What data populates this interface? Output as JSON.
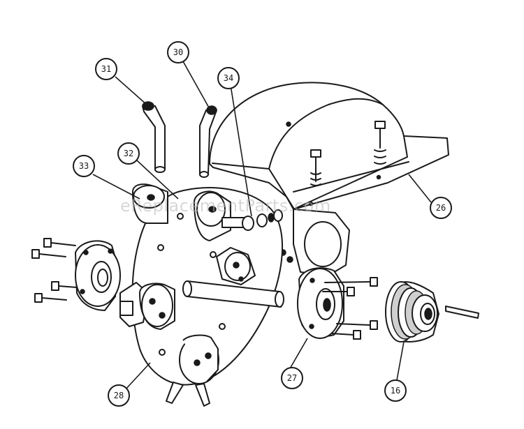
{
  "watermark": "eReplacementParts.com",
  "callouts": [
    {
      "id": "c31",
      "label": "31"
    },
    {
      "id": "c30",
      "label": "30"
    },
    {
      "id": "c34",
      "label": "34"
    },
    {
      "id": "c33",
      "label": "33"
    },
    {
      "id": "c32",
      "label": "32"
    },
    {
      "id": "c26",
      "label": "26"
    },
    {
      "id": "c27",
      "label": "27"
    },
    {
      "id": "c16",
      "label": "16"
    },
    {
      "id": "c28",
      "label": "28"
    }
  ]
}
